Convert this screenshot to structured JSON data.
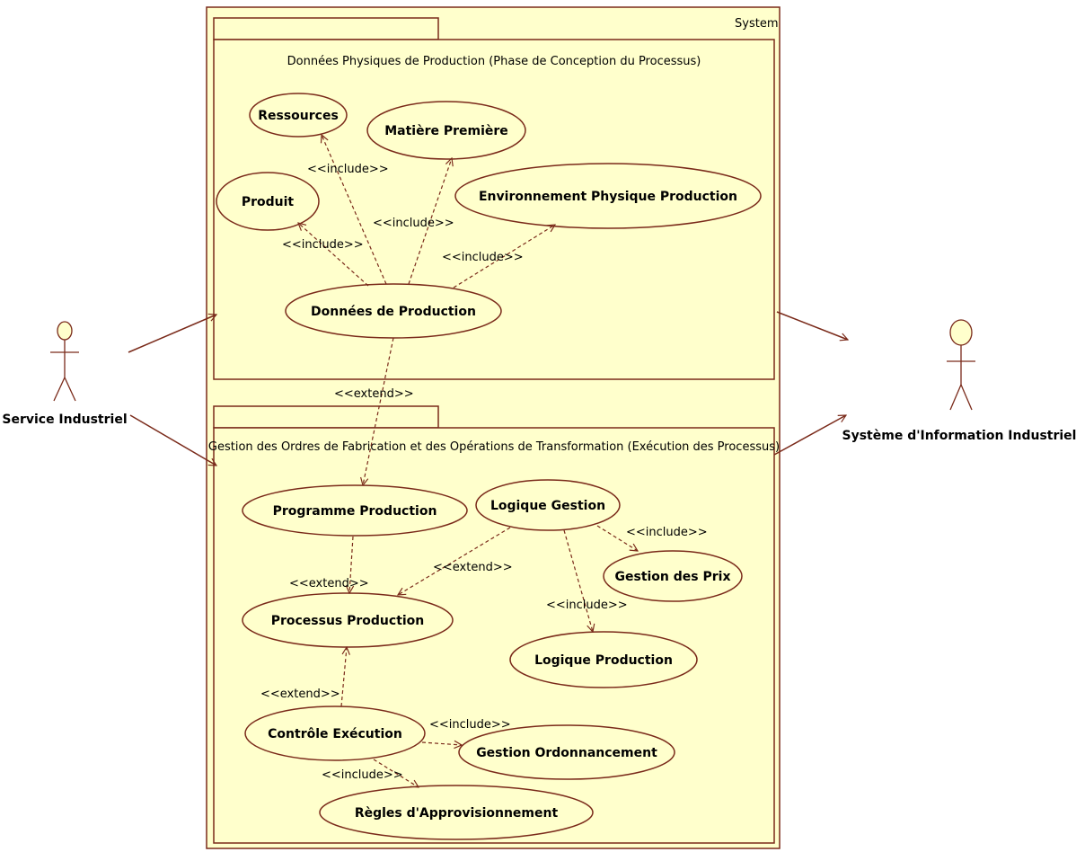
{
  "system": {
    "title": "System"
  },
  "packages": {
    "top": {
      "title": "Données Physiques de Production (Phase de Conception du Processus)"
    },
    "bottom": {
      "title": "Gestion des Ordres de Fabrication et des Opérations de Transformation (Exécution des Processus)"
    }
  },
  "actors": {
    "left": {
      "name": "Service Industriel"
    },
    "right": {
      "name": "Système d'Information Industriel"
    }
  },
  "usecases": {
    "ressources": "Ressources",
    "matiere": "Matière Première",
    "produit": "Produit",
    "environnement": "Environnement Physique Production",
    "donnees": "Données de Production",
    "programme": "Programme Production",
    "logique_gestion": "Logique Gestion",
    "gestion_prix": "Gestion des Prix",
    "processus": "Processus Production",
    "logique_production": "Logique Production",
    "controle": "Contrôle Exécution",
    "ordonnancement": "Gestion Ordonnancement",
    "regles": "Règles d'Approvisionnement"
  },
  "stereotypes": {
    "include": "<<include>>",
    "extend": "<<extend>>"
  }
}
